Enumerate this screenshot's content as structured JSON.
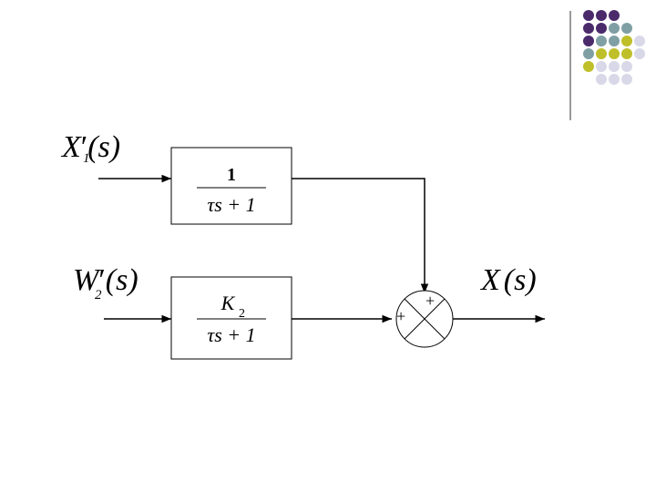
{
  "decoration": {
    "dot_colors": {
      "purple": "#4a2a6a",
      "teal": "#7f9fa4",
      "olive": "#bfbf2a",
      "lavender": "#d8d8e8"
    },
    "rows": [
      [
        "purple",
        "purple",
        "purple"
      ],
      [
        "purple",
        "purple",
        "teal",
        "teal"
      ],
      [
        "purple",
        "teal",
        "teal",
        "olive",
        "lavender"
      ],
      [
        "teal",
        "olive",
        "olive",
        "olive",
        "lavender"
      ],
      [
        "olive",
        "lavender",
        "lavender",
        "lavender"
      ],
      [
        "lavender",
        "lavender",
        "lavender"
      ]
    ]
  },
  "diagram": {
    "inputs": [
      {
        "id": "x1",
        "symbol": "X",
        "prime": "′",
        "subscript": "1",
        "arg": "(s)"
      },
      {
        "id": "w2",
        "symbol": "W",
        "prime": "′",
        "subscript": "2",
        "arg": "(s)"
      }
    ],
    "blocks": [
      {
        "id": "block1",
        "numerator": "1",
        "numerator_sub": "",
        "denominator": "τs + 1"
      },
      {
        "id": "block2",
        "numerator": "K",
        "numerator_sub": "2",
        "denominator": "τs + 1"
      }
    ],
    "summer": {
      "sign_top": "+",
      "sign_left": "+"
    },
    "output": {
      "symbol": "X",
      "arg": "(s)"
    }
  }
}
